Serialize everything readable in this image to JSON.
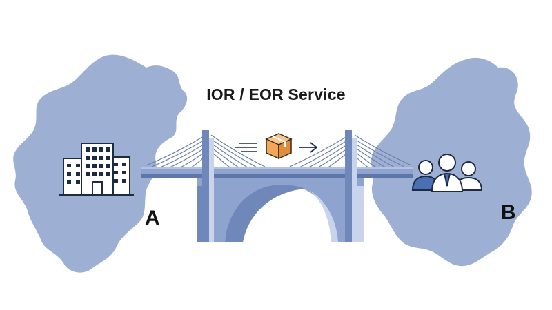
{
  "title": "IOR / EOR Service",
  "side_a": {
    "label": "A",
    "icon": "office-building-icon"
  },
  "side_b": {
    "label": "B",
    "icon": "people-group-icon"
  },
  "shipment": {
    "icon": "package-box-icon",
    "direction": "left-to-right"
  },
  "colors": {
    "land": "#9db0d4",
    "bridge_deck": "#8ea4cf",
    "bridge_dark": "#5d76ab",
    "bridge_light": "#c9d4ec",
    "box": "#f2a65a",
    "icon_stroke": "#1e2a44"
  }
}
